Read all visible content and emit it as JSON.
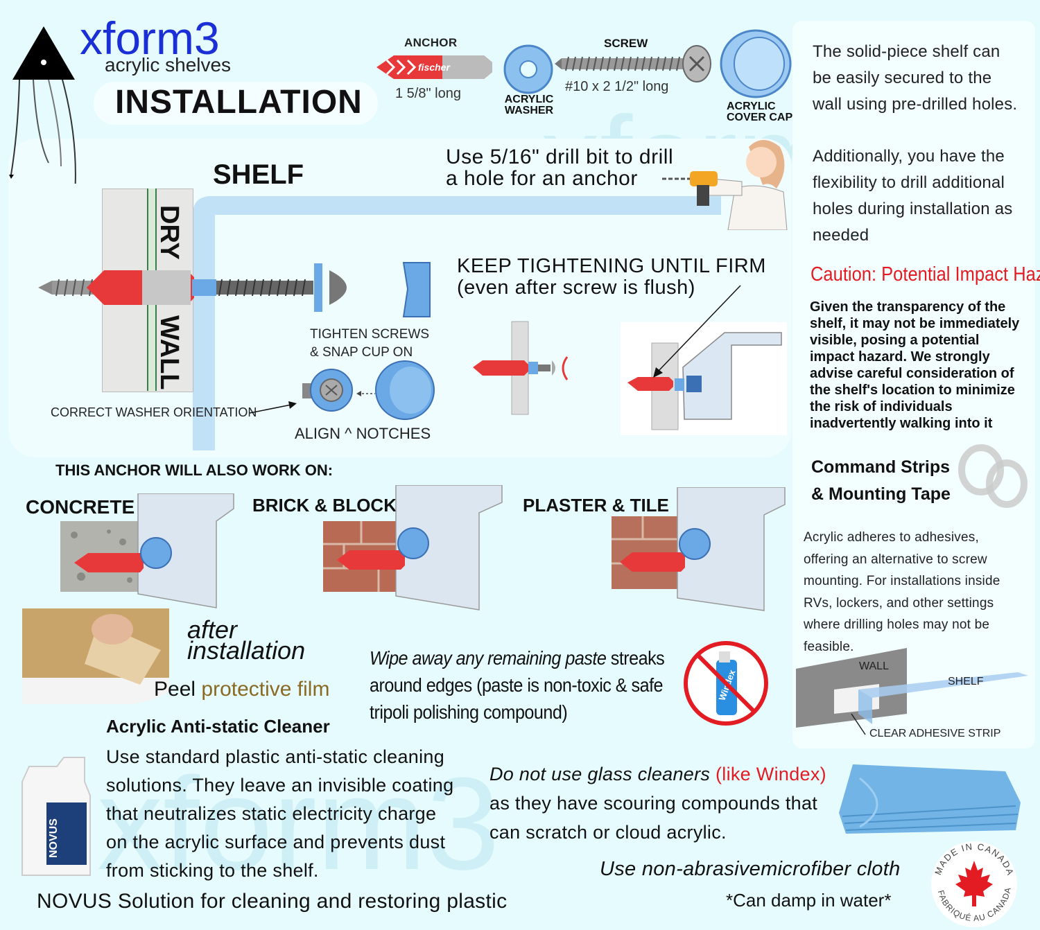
{
  "brand": {
    "name": "xform3",
    "sub": "acrylic shelves",
    "title": "INSTALLATION"
  },
  "parts": {
    "anchor_label": "ANCHOR",
    "anchor_size": "1 5/8\" long",
    "anchor_logo": "fischer",
    "washer_label_1": "ACRYLIC",
    "washer_label_2": "WASHER",
    "screw_label": "SCREW",
    "screw_size": "#10 x 2 1/2\" long",
    "cap_label_1": "ACRYLIC",
    "cap_label_2": "COVER CAP"
  },
  "diagram": {
    "shelf_label": "SHELF",
    "drill_line_1": "Use 5/16\" drill bit to drill",
    "drill_line_2": "a hole for an anchor",
    "wall_label_1": "DRY",
    "wall_label_2": "WALL",
    "tighten_1": "TIGHTEN SCREWS",
    "tighten_2": "& SNAP CUP ON",
    "washer_orient": "CORRECT WASHER ORIENTATION",
    "align": "ALIGN ^ NOTCHES",
    "keep_1": "KEEP TIGHTENING UNTIL FIRM",
    "keep_2": "(even after screw is flush)"
  },
  "surfaces": {
    "heading": "THIS ANCHOR WILL ALSO WORK ON:",
    "items": [
      "CONCRETE",
      "BRICK & BLOCK",
      "PLASTER & TILE"
    ]
  },
  "peel": {
    "line1": "after",
    "line2": "installation",
    "text_a": "Peel ",
    "text_b": "protective film"
  },
  "paste": {
    "line1_italic": "Wipe away any remaining paste",
    "line1_rest": " streaks",
    "line2": "around edges (paste is non-toxic & safe",
    "line3": "tripoli polishing compound)"
  },
  "cleaner": {
    "title": "Acrylic Anti-static Cleaner",
    "lines": [
      "Use standard plastic anti-static cleaning",
      "solutions. They leave an invisible coating",
      "that neutralizes static electricity charge",
      "on the acrylic surface and prevents dust",
      "from sticking to the shelf."
    ],
    "novus": "NOVUS Solution for cleaning and restoring plastic",
    "bottle_brand": "NOVUS"
  },
  "glass": {
    "line1_a": "Do not use glass cleaners ",
    "line1_b": "(like Windex)",
    "line2": "as they have scouring compounds that",
    "line3": "can scratch or cloud acrylic.",
    "windex": "Windex"
  },
  "cloth": {
    "line1": "Use non-abrasivemicrofiber cloth",
    "line2": "*Can damp in water*"
  },
  "canada": {
    "top": "MADE IN CANADA",
    "bottom": "FABRIQUÉ AU CANADA"
  },
  "right": {
    "p1": [
      "The solid-piece shelf can",
      "be easily secured to the",
      "wall using pre-drilled holes."
    ],
    "p2": [
      "Additionally, you have the",
      "flexibility to drill additional",
      "holes during installation as",
      "needed"
    ],
    "caution_title": "Caution: Potential Impact Hazard",
    "caution_lines": [
      "Given the transparency of the",
      "shelf, it may not be immediately",
      "visible, posing  a potential",
      "impact hazard. We strongly",
      "advise careful consideration of",
      "the shelf's location to minimize",
      "the risk of individuals",
      "inadvertently walking into it"
    ],
    "command_1": "Command Strips",
    "command_2": "& Mounting Tape",
    "adhesive_lines": [
      "Acrylic  adheres to adhesives,",
      "offering an alternative to screw",
      "mounting. For installations inside",
      "RVs, lockers, and other settings",
      "where drilling holes may not be",
      "feasible."
    ],
    "wall_label": "WALL",
    "shelf_label": "SHELF",
    "strip_label": "CLEAR ADHESIVE STRIP"
  },
  "colors": {
    "accent_blue": "#1a2fd6",
    "caution_red": "#e31b23",
    "anchor_red": "#e8393a",
    "acrylic_blue": "#6aa8e6"
  }
}
